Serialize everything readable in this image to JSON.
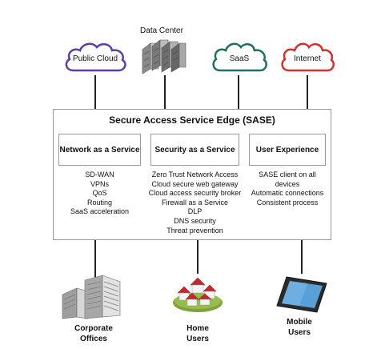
{
  "top": {
    "public_cloud": "Public Cloud",
    "data_center": "Data Center",
    "saas": "SaaS",
    "internet": "Internet"
  },
  "sase": {
    "title": "Secure Access Service Edge (SASE)",
    "columns": [
      {
        "heading": "Network as a Service",
        "items": [
          "SD-WAN",
          "VPNs",
          "QoS",
          "Routing",
          "SaaS acceleration"
        ]
      },
      {
        "heading": "Security as a Service",
        "items": [
          "Zero Trust Network Access",
          "Cloud secure web gateway",
          "Cloud access security broker",
          "Firewall as a Service",
          "DLP",
          "DNS security",
          "Threat prevention"
        ]
      },
      {
        "heading": "User Experience",
        "items": [
          "SASE client on all devices",
          "Automatic connections",
          "Consistent process"
        ]
      }
    ]
  },
  "bottom": {
    "corporate": [
      "Corporate",
      "Offices"
    ],
    "home": [
      "Home",
      "Users"
    ],
    "mobile": [
      "Mobile",
      "Users"
    ]
  },
  "colors": {
    "public_cloud": "#5a3fa8",
    "saas": "#1e6f5c",
    "internet": "#d2312b",
    "grass": "#7fa33a",
    "roof": "#c7262c"
  }
}
